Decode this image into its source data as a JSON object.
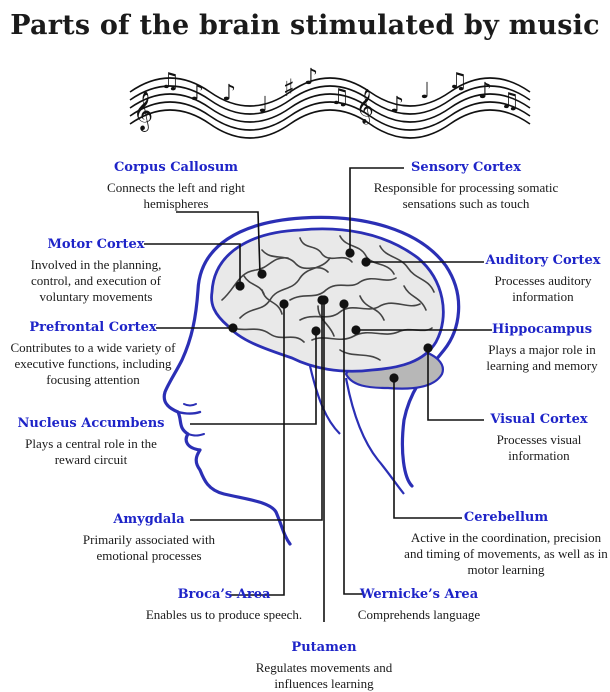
{
  "title": "Parts of the brain stimulated by music",
  "colors": {
    "label": "#1e24c8",
    "outline": "#2b2fb5",
    "text": "#1a1a1a",
    "cerebellum": "#b7b7b7"
  },
  "icons": [
    "music-staff-icon",
    "treble-clef-icon",
    "sharp-icon",
    "eighth-note-icon"
  ],
  "regions": [
    {
      "id": "corpus-callosum",
      "name": "Corpus Callosum",
      "desc": "Connects the left and right hemispheres"
    },
    {
      "id": "sensory-cortex",
      "name": "Sensory Cortex",
      "desc": "Responsible for processing somatic sensations such as touch"
    },
    {
      "id": "motor-cortex",
      "name": "Motor Cortex",
      "desc": "Involved in the planning, control, and execution of voluntary movements"
    },
    {
      "id": "auditory-cortex",
      "name": "Auditory Cortex",
      "desc": "Processes auditory information"
    },
    {
      "id": "prefrontal-cortex",
      "name": "Prefrontal Cortex",
      "desc": "Contributes to a wide variety of executive functions, including focusing attention"
    },
    {
      "id": "hippocampus",
      "name": "Hippocampus",
      "desc": "Plays a major role in learning and memory"
    },
    {
      "id": "nucleus-accumbens",
      "name": "Nucleus Accumbens",
      "desc": "Plays a central role in the reward circuit"
    },
    {
      "id": "visual-cortex",
      "name": "Visual Cortex",
      "desc": "Processes visual information"
    },
    {
      "id": "amygdala",
      "name": "Amygdala",
      "desc": "Primarily associated with emotional processes"
    },
    {
      "id": "cerebellum",
      "name": "Cerebellum",
      "desc": "Active in the coordination, precision and timing of movements, as well as in motor learning"
    },
    {
      "id": "brocas-area",
      "name": "Broca’s Area",
      "desc": "Enables us to produce speech."
    },
    {
      "id": "wernickes-area",
      "name": "Wernicke’s Area",
      "desc": "Comprehends language"
    },
    {
      "id": "putamen",
      "name": "Putamen",
      "desc": "Regulates movements and influences learning"
    }
  ]
}
